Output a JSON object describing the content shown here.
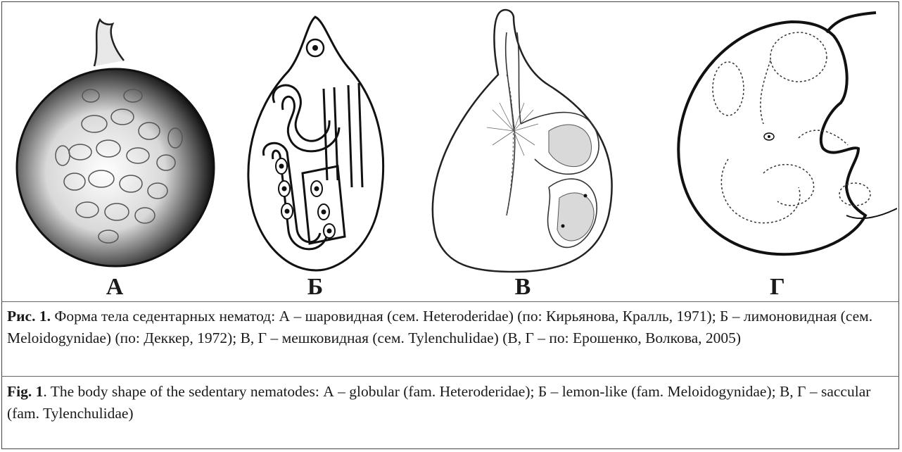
{
  "panels": [
    {
      "letter": "А",
      "drawing": "globular nematode body (Heteroderidae)"
    },
    {
      "letter": "Б",
      "drawing": "lemon-like nematode body (Meloidogynidae)"
    },
    {
      "letter": "В",
      "drawing": "saccular nematode body (Tylenchulidae)"
    },
    {
      "letter": "Г",
      "drawing": "saccular nematode body (Tylenchulidae)"
    }
  ],
  "caption_ru": {
    "label": "Рис. 1.",
    "text": " Форма тела седентарных нематод: А – шаровидная (сем. Heteroderidae) (по: Кирьянова, Кралль, 1971); Б – лимоновидная (сем. Meloidogynidae) (по: Деккер, 1972); В, Г – мешковидная (сем. Tylenchulidae) (В, Г – по: Ерошенко, Волкова, 2005)"
  },
  "caption_en": {
    "label": "Fig. 1",
    "text": ". The body shape of the sedentary nematodes: А – globular (fam. Heteroderidae); Б – lemon-like (fam. Meloidogynidae); В, Г – saccular (fam. Tylenchulidae)"
  }
}
